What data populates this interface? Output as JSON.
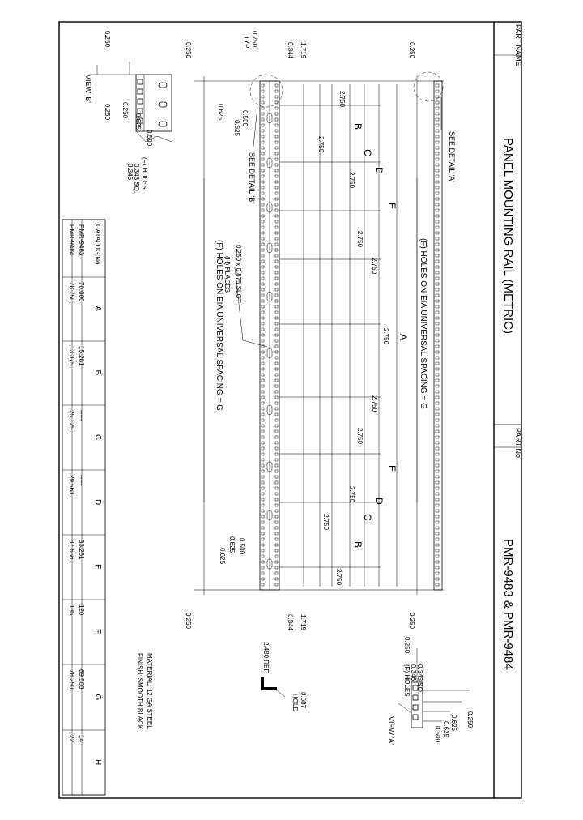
{
  "title_block": {
    "part_name_label": "PART NAME",
    "part_no_label": "PART No.",
    "part_name": "PANEL MOUNTING RAIL (METRIC)",
    "part_no": "PMR-9483  &  PMR-9484"
  },
  "dimensions": {
    "d0250": "0.250",
    "d0750": "0.750",
    "typ": "TYP.",
    "d0344": "0.344",
    "d1719": "1.719",
    "d2750": "2.750",
    "d0500": "0.500",
    "d0625": "0.625",
    "d0343sq": "0.343 SQ.",
    "d0346": "0.346",
    "d2480": "2.480 REF.",
    "d0687": "0.687",
    "hold": "HOLD"
  },
  "letters": {
    "A": "A",
    "B": "B",
    "C": "C",
    "D": "D",
    "E": "E"
  },
  "notes": {
    "see_detail_a": "SEE DETAIL 'A'",
    "see_detail_b": "SEE DETAIL 'B'",
    "holes_top": "(F) HOLES ON EIA UNIVERSAL SPACING = G",
    "holes_bottom": "(F) HOLES ON EIA UNIVERSAL SPACING = G",
    "slot": "0.250 x 0.875 SLOT",
    "slot_places": "(H) PLACES",
    "f_holes": "(F) HOLES",
    "view_a": "VIEW 'A'",
    "view_b": "VIEW 'B'",
    "material": "MATERIAL: 12 GA STEEL",
    "finish": "FINISH: SMOOTH BLACK"
  },
  "table": {
    "headers": [
      "CATALOG No.",
      "A",
      "B",
      "C",
      "D",
      "E",
      "F",
      "G",
      "H"
    ],
    "rows": [
      [
        "PMR-9483",
        "70.000",
        "15.281",
        "-----",
        "-----",
        "33.281",
        "120",
        "69.500",
        "14"
      ],
      [
        "PMR-9484",
        "78.750",
        "13.375",
        "25.125",
        "29.563",
        "37.656",
        "135",
        "78.250",
        "22"
      ]
    ]
  }
}
